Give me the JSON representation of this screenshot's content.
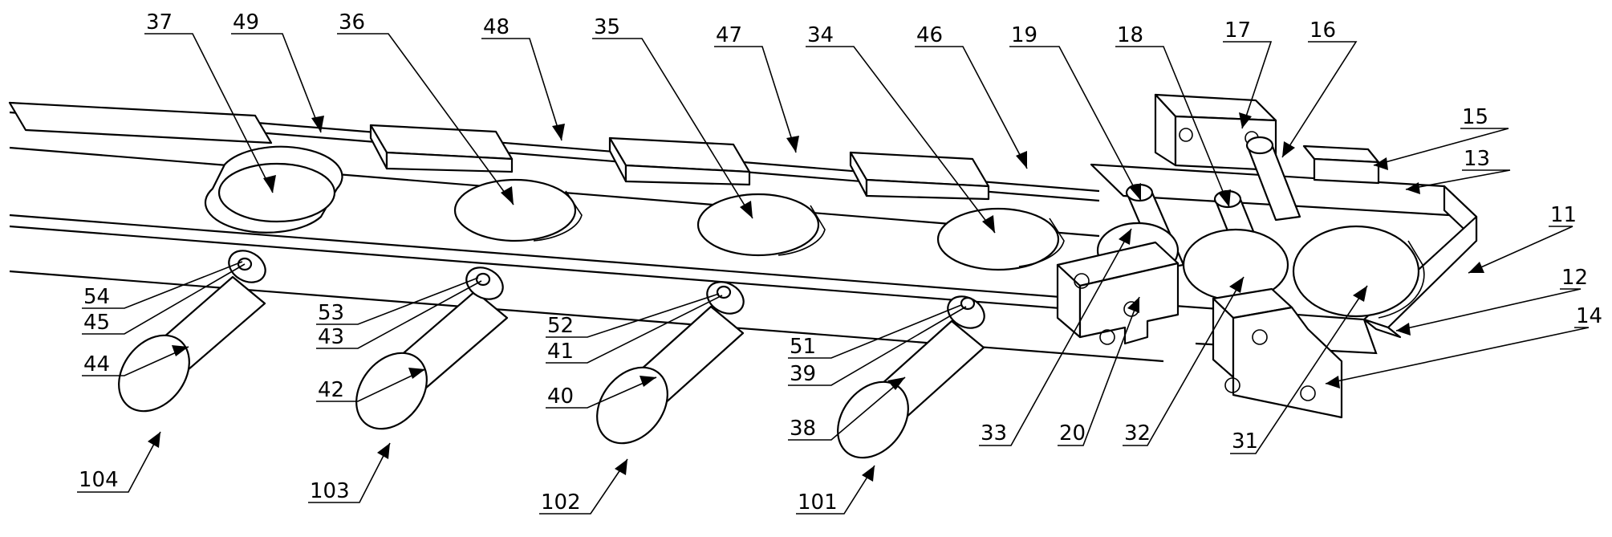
{
  "labels": {
    "n11": "11",
    "n12": "12",
    "n13": "13",
    "n14": "14",
    "n15": "15",
    "n16": "16",
    "n17": "17",
    "n18": "18",
    "n19": "19",
    "n20": "20",
    "n31": "31",
    "n32": "32",
    "n33": "33",
    "n34": "34",
    "n35": "35",
    "n36": "36",
    "n37": "37",
    "n38": "38",
    "n39": "39",
    "n40": "40",
    "n41": "41",
    "n42": "42",
    "n43": "43",
    "n44": "44",
    "n45": "45",
    "n46": "46",
    "n47": "47",
    "n48": "48",
    "n49": "49",
    "n51": "51",
    "n52": "52",
    "n53": "53",
    "n54": "54",
    "n101": "101",
    "n102": "102",
    "n103": "103",
    "n104": "104"
  },
  "colors": {
    "stroke": "#000000",
    "background": "#ffffff"
  }
}
